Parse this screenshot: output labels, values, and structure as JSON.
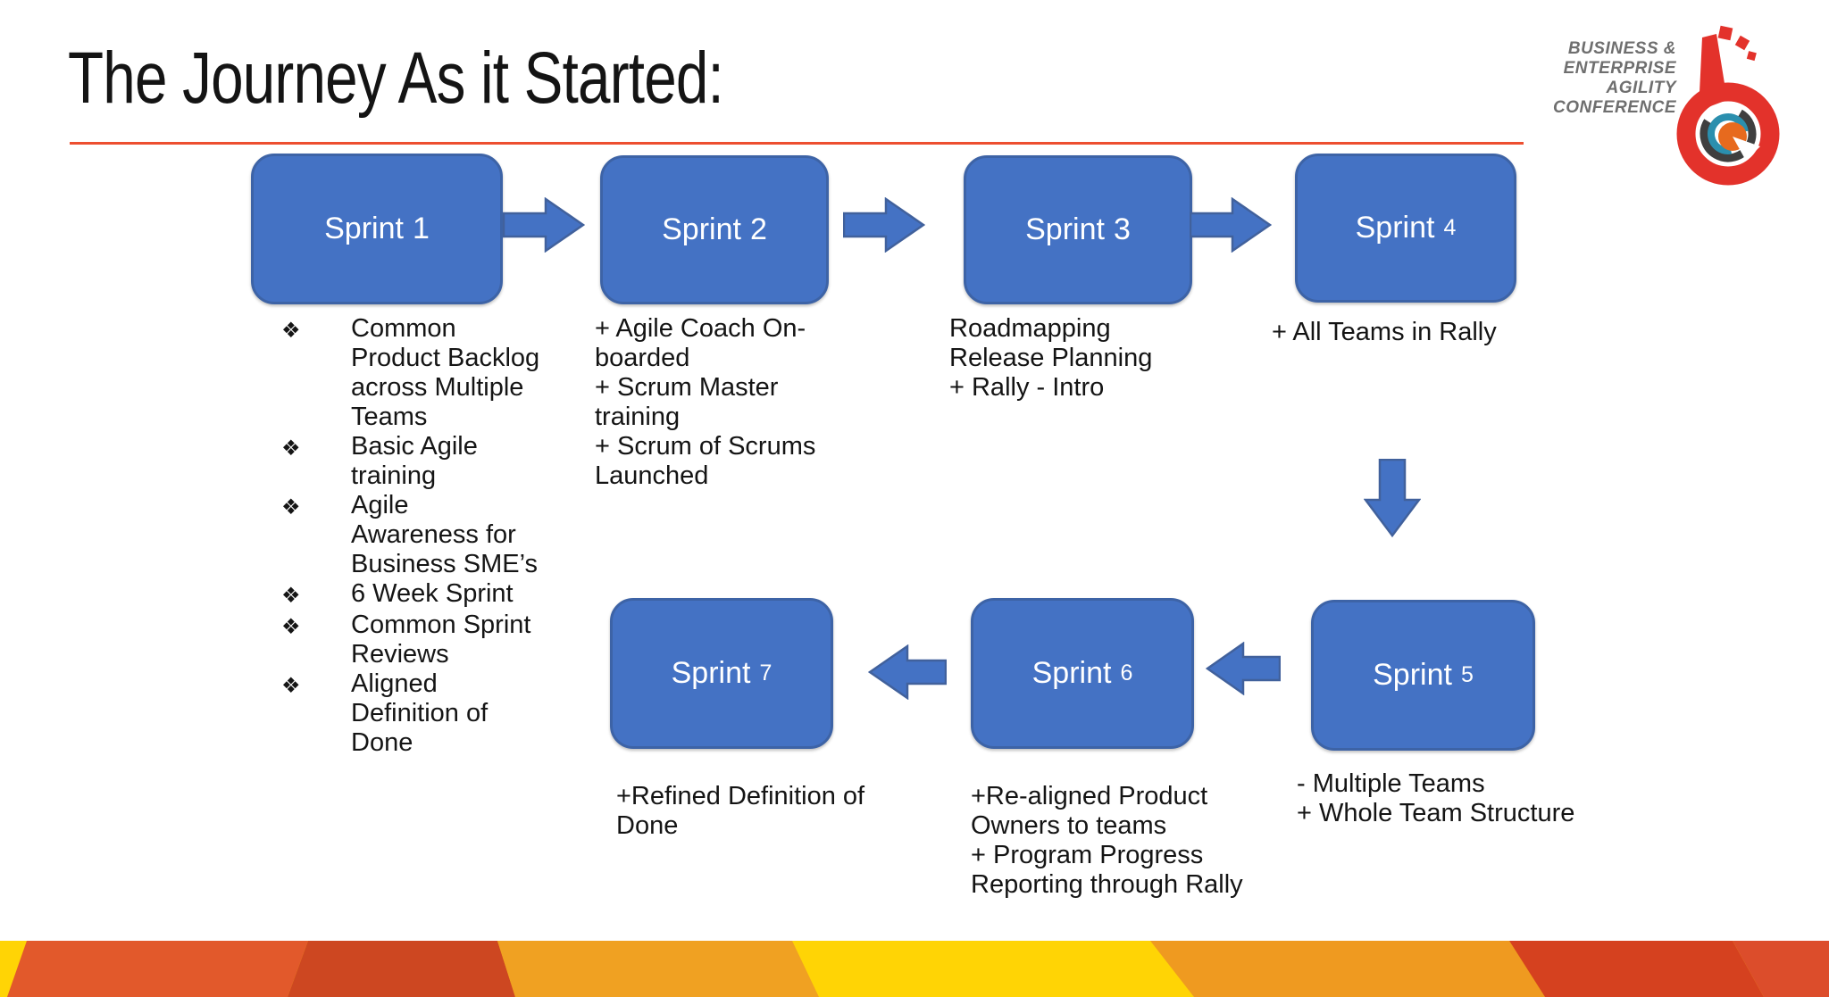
{
  "slide": {
    "title": "The Journey As it Started:"
  },
  "logo": {
    "line1": "BUSINESS &",
    "line2": "ENTERPRISE",
    "line3": "AGILITY",
    "line4": "CONFERENCE"
  },
  "sprints": [
    {
      "label": "Sprint",
      "num": "1"
    },
    {
      "label": "Sprint",
      "num": "2"
    },
    {
      "label": "Sprint",
      "num": "3"
    },
    {
      "label": "Sprint",
      "num": "4"
    },
    {
      "label": "Sprint",
      "num": "5"
    },
    {
      "label": "Sprint",
      "num": "6"
    },
    {
      "label": "Sprint",
      "num": "7"
    }
  ],
  "bullet_char": "❖",
  "notes": {
    "s1_bullets": [
      "Common\nProduct Backlog\nacross Multiple\nTeams",
      "Basic Agile\ntraining",
      "Agile\nAwareness for\nBusiness SME’s",
      "6 Week Sprint",
      "Common Sprint\nReviews",
      "Aligned\nDefinition of\nDone"
    ],
    "s2": "+ Agile Coach On-\nboarded\n+ Scrum Master\ntraining\n+ Scrum of Scrums\nLaunched",
    "s3": "Roadmapping\nRelease Planning\n+ Rally - Intro",
    "s4": "+ All Teams in Rally",
    "s5": "- Multiple Teams\n+ Whole Team Structure",
    "s6": "+Re-aligned Product\nOwners to teams\n+ Program Progress\nReporting through Rally",
    "s7": "+Refined Definition of\nDone"
  },
  "colors": {
    "box_blue": "#4472C4",
    "box_border": "#3D63A6",
    "title_rule_red": "#ED4F30",
    "logo_red": "#E3322B",
    "logo_gray": "#6F6F6F",
    "logo_teal": "#2B8FAE",
    "logo_orange": "#E76A1E",
    "band_yellow": "#FFD405",
    "band_orange": "#E2592B",
    "band_dark_red": "#CD4721",
    "band_amber": "#F0A122",
    "band_orange2": "#EF9A20",
    "band_red": "#D5411F",
    "band_red2": "#DC4D2B"
  }
}
